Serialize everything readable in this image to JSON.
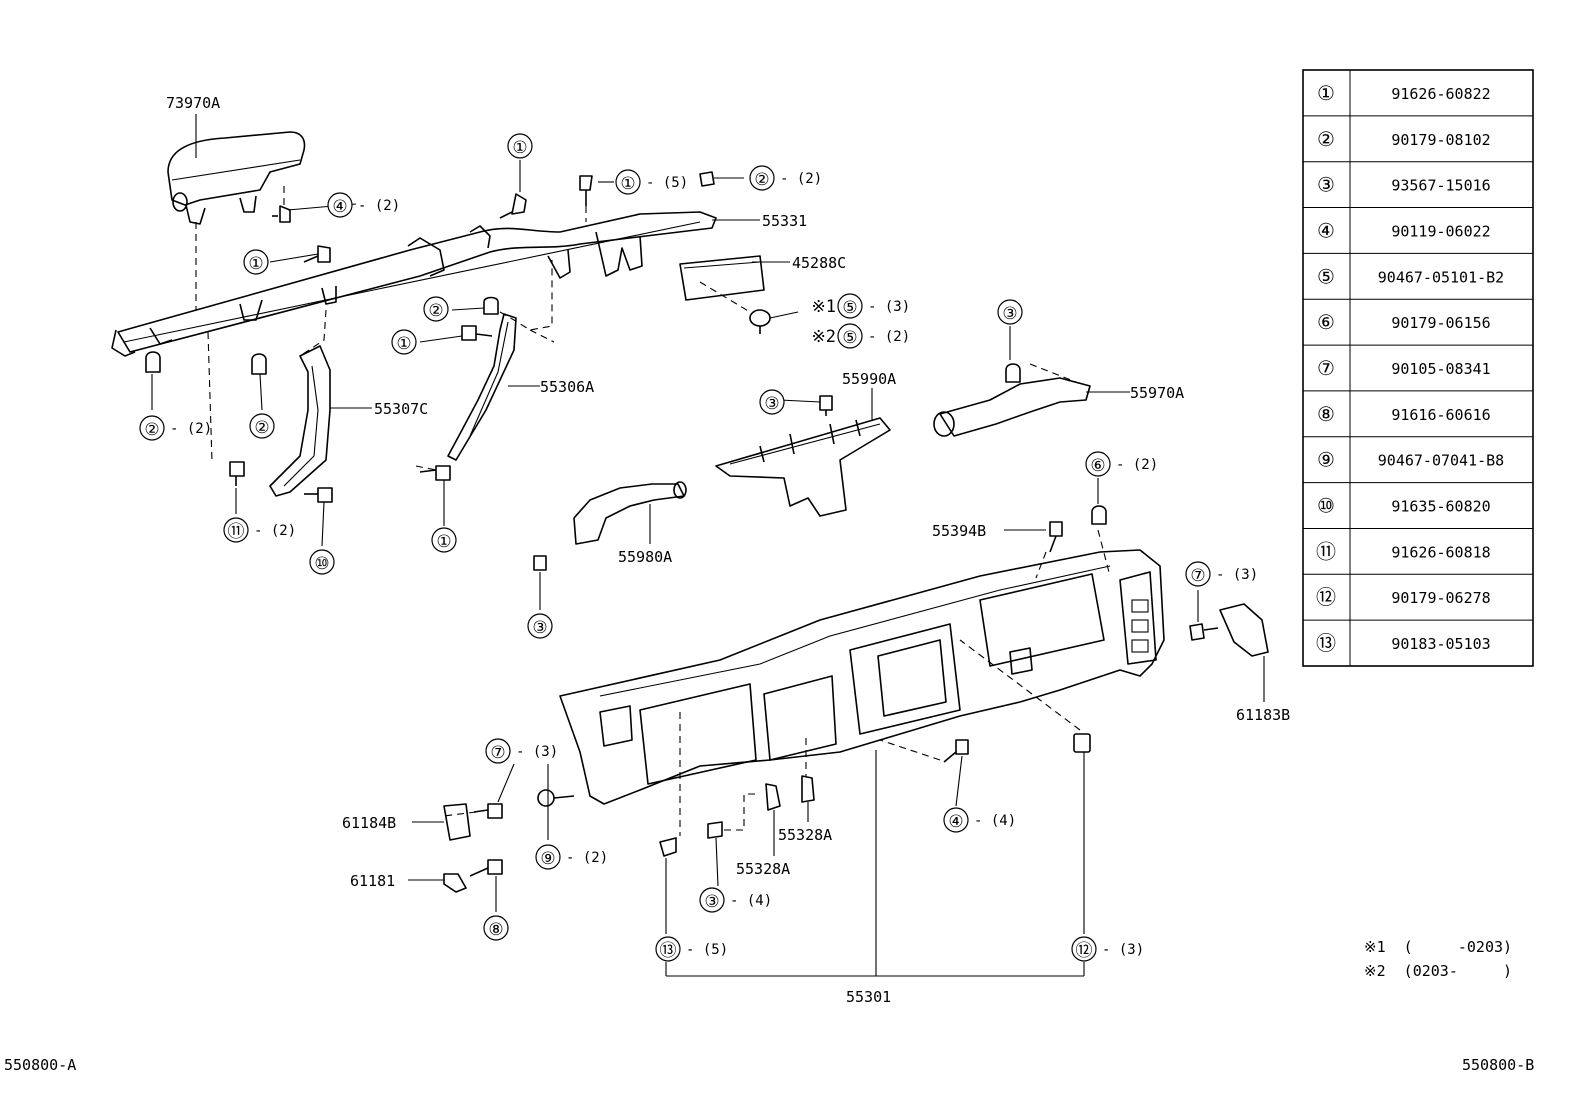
{
  "parts_table": [
    {
      "num": "①",
      "part_no": "91626-60822"
    },
    {
      "num": "②",
      "part_no": "90179-08102"
    },
    {
      "num": "③",
      "part_no": "93567-15016"
    },
    {
      "num": "④",
      "part_no": "90119-06022"
    },
    {
      "num": "⑤",
      "part_no": "90467-05101-B2"
    },
    {
      "num": "⑥",
      "part_no": "90179-06156"
    },
    {
      "num": "⑦",
      "part_no": "90105-08341"
    },
    {
      "num": "⑧",
      "part_no": "91616-60616"
    },
    {
      "num": "⑨",
      "part_no": "90467-07041-B8"
    },
    {
      "num": "⑩",
      "part_no": "91635-60820"
    },
    {
      "num": "⑪",
      "part_no": "91626-60818"
    },
    {
      "num": "⑫",
      "part_no": "90179-06278"
    },
    {
      "num": "⑬",
      "part_no": "90183-05103"
    }
  ],
  "part_labels": {
    "p73970A": "73970A",
    "p55331": "55331",
    "p45288C": "45288C",
    "p55307C": "55307C",
    "p55306A": "55306A",
    "p55990A": "55990A",
    "p55970A": "55970A",
    "p55980A": "55980A",
    "p55394B": "55394B",
    "p61183B": "61183B",
    "p61184B": "61184B",
    "p61181": "61181",
    "p55328A_1": "55328A",
    "p55328A_2": "55328A",
    "p55301": "55301"
  },
  "callouts": {
    "c1": {
      "num": "①",
      "qty": ""
    },
    "c2": {
      "num": "①",
      "qty": "- (5)"
    },
    "c3": {
      "num": "②",
      "qty": "- (2)"
    },
    "c4": {
      "num": "④",
      "qty": "- (2)"
    },
    "c5": {
      "num": "①",
      "qty": ""
    },
    "c6": {
      "num": "②",
      "qty": ""
    },
    "c7": {
      "num": "①",
      "qty": ""
    },
    "c8": {
      "num": "②",
      "qty": "- (2)"
    },
    "c9": {
      "num": "②",
      "qty": ""
    },
    "c10": {
      "num": "⑪",
      "qty": "- (2)"
    },
    "c11": {
      "num": "⑩",
      "qty": ""
    },
    "c12": {
      "num": "①",
      "qty": ""
    },
    "c13": {
      "num": "③",
      "qty": ""
    },
    "c14": {
      "num": "③",
      "qty": ""
    },
    "c15": {
      "num": "③",
      "qty": ""
    },
    "c16": {
      "num": "⑥",
      "qty": "- (2)"
    },
    "c17": {
      "num": "⑦",
      "qty": "- (3)"
    },
    "c18": {
      "num": "⑦",
      "qty": "- (3)"
    },
    "c19": {
      "num": "⑨",
      "qty": "- (2)"
    },
    "c20": {
      "num": "⑧",
      "qty": ""
    },
    "c21": {
      "num": "③",
      "qty": "- (4)"
    },
    "c22": {
      "num": "④",
      "qty": "- (4)"
    },
    "c23": {
      "num": "⑬",
      "qty": "- (5)"
    },
    "c24": {
      "num": "⑫",
      "qty": "- (3)"
    },
    "c25": {
      "num": "⑤",
      "qty": "- (3)",
      "mark": "※1"
    },
    "c26": {
      "num": "⑤",
      "qty": "- (2)",
      "mark": "※2"
    }
  },
  "notes": {
    "note1": "※1  (     -0203)",
    "note2": "※2  (0203-     )"
  },
  "footer": {
    "left_code": "550800-A",
    "right_code": "550800-B"
  }
}
